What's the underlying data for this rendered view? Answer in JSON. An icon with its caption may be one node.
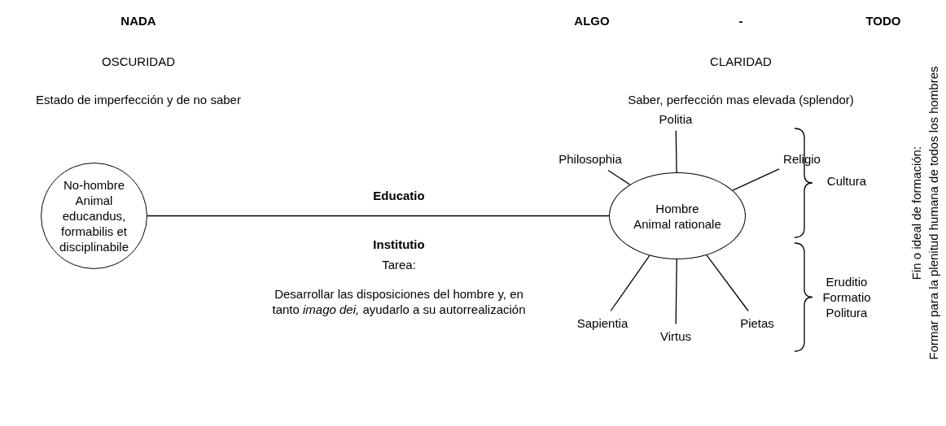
{
  "diagram": {
    "nodes": [
      {
        "text": [
          "No-hombre",
          "Animal educandus, formabilis et disciplinabile"
        ]
      },
      {
        "text": [
          "Hombre",
          "Animal rationale"
        ]
      },
      {
        "text": [
          "Philosophia"
        ]
      },
      {
        "text": [
          "Politia"
        ]
      },
      {
        "text": [
          "Religio"
        ]
      },
      {
        "text": [
          "Sapientia"
        ]
      },
      {
        "text": [
          "Virtus"
        ]
      },
      {
        "text": [
          "Pietas"
        ]
      }
    ],
    "edges": [
      {
        "from": 0,
        "to": 1,
        "arrow": "none",
        "label": "Educatio"
      },
      {
        "from": 1,
        "to": 2,
        "arrow": "none"
      },
      {
        "from": 1,
        "to": 3,
        "arrow": "none"
      },
      {
        "from": 1,
        "to": 4,
        "arrow": "none"
      },
      {
        "from": 1,
        "to": 5,
        "arrow": "none"
      },
      {
        "from": 1,
        "to": 6,
        "arrow": "none"
      },
      {
        "from": 1,
        "to": 7,
        "arrow": "none"
      }
    ],
    "labels": [
      "NADA",
      "ALGO",
      "-",
      "TODO",
      "OSCURIDAD",
      "CLARIDAD",
      "Estado de imperfección y de no saber",
      "Saber, perfección mas elevada (splendor)",
      "Institutio",
      "Tarea:",
      "Desarrollar las disposiciones del hombre y, en tanto *imago dei,* ayudarlo a su autorrealización",
      "Cultura",
      "Eruditio Formatio Politura",
      "Fin o ideal de formación:",
      "Formar para la plenitud humana de todos los hombres"
    ]
  }
}
